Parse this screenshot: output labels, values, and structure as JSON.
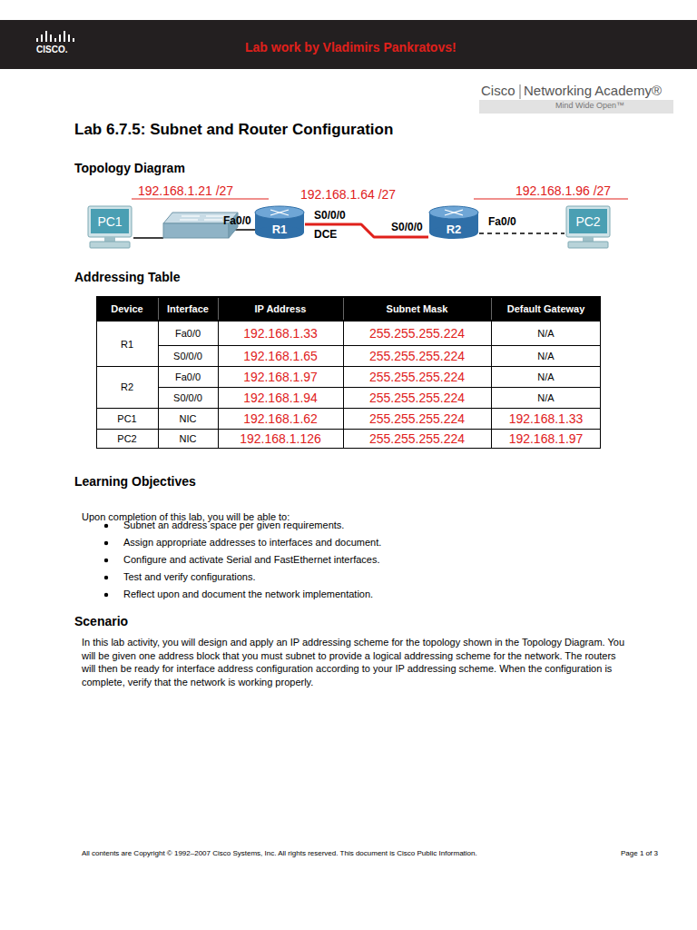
{
  "diagram": {
    "title": "Lab 6.7.5: Subnet and Router Configuration",
    "nodes": [
      {
        "text": [
          "PC1"
        ]
      },
      {
        "text": [
          "R1"
        ]
      },
      {
        "text": [
          "R2"
        ]
      },
      {
        "text": [
          "PC2"
        ]
      }
    ],
    "edges": [
      {
        "from": 1,
        "to": 2,
        "arrow": "none"
      },
      {
        "from": 2,
        "to": 3,
        "arrow": "none"
      }
    ],
    "labels": [
      "CISCO.",
      "Lab work by Vladimirs Pankratovs!",
      "Cisco",
      "Networking Academy®",
      "Mind Wide Open™",
      "Topology Diagram",
      "192.168.1.21 /27",
      "192.168.1.64 /27",
      "192.168.1.96 /27",
      "Fa0/0",
      "S0/0/0",
      "DCE",
      "S0/0/0",
      "Fa0/0",
      "Addressing Table",
      "Device",
      "Interface",
      "IP Address",
      "Subnet Mask",
      "Default Gateway",
      "R1",
      "Fa0/0",
      "192.168.1.33",
      "255.255.255.224",
      "N/A",
      "S0/0/0",
      "192.168.1.65",
      "255.255.255.224",
      "N/A",
      "R2",
      "Fa0/0",
      "192.168.1.97",
      "255.255.255.224",
      "N/A",
      "S0/0/0",
      "192.168.1.94",
      "255.255.255.224",
      "N/A",
      "PC1",
      "NIC",
      "192.168.1.62",
      "255.255.255.224",
      "192.168.1.33",
      "PC2",
      "NIC",
      "192.168.1.126",
      "255.255.255.224",
      "192.168.1.97",
      "Learning Objectives",
      "Upon completion of this lab, you will be able to:",
      "Subnet an address space per given requirements.",
      "Assign appropriate addresses to interfaces and document.",
      "Configure and activate Serial and FastEthernet interfaces.",
      "Test and verify configurations.",
      "Reflect upon and document the network implementation.",
      "Scenario",
      "In this lab activity, you will design and apply an IP addressing scheme for the topology shown in the Topology Diagram. You will be given one address block that you must subnet to provide a logical addressing scheme for the network. The routers will then be ready for interface address configuration according to your IP addressing scheme. When the configuration is complete, verify that the network is working properly.",
      "All contents are Copyright © 1992–2007 Cisco Systems, Inc. All rights reserved. This document is Cisco Public Information.",
      "Page 1 of 3"
    ]
  }
}
